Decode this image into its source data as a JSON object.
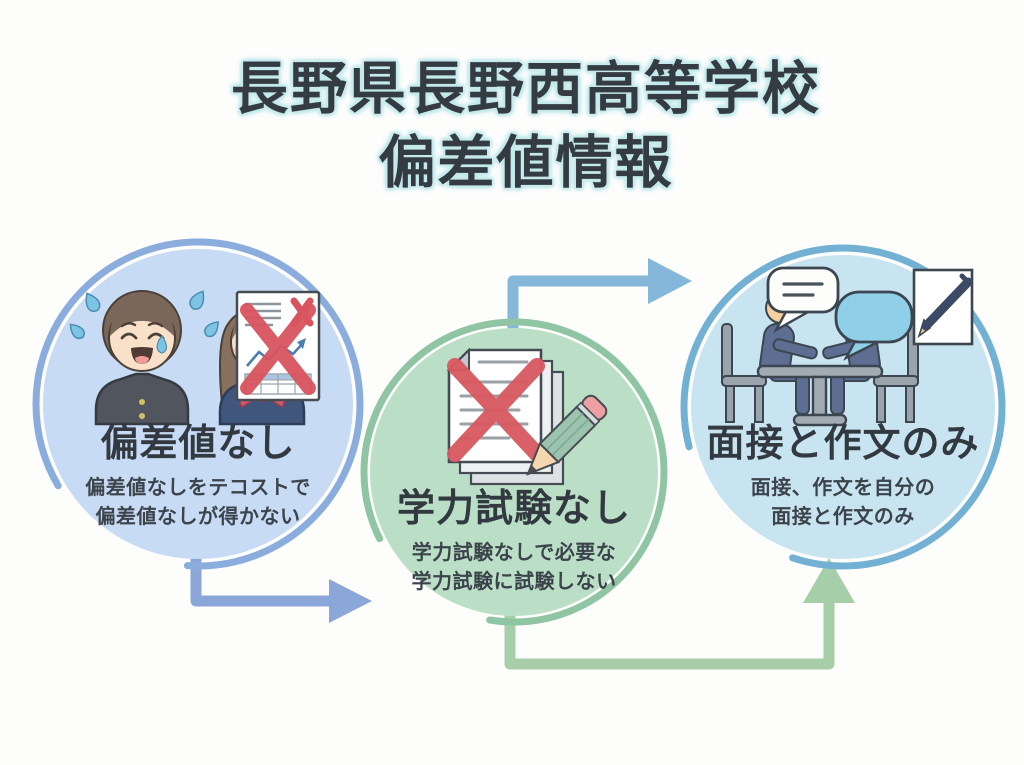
{
  "title": {
    "line1": "長野県長野西高等学校",
    "line2": "偏差値情報"
  },
  "steps": [
    {
      "heading": "偏差値なし",
      "description_line1": "偏差値なしをテコストで",
      "description_line2": "偏差値なしが得かない",
      "circle_fill": "#c7dbf4",
      "ring_color": "#8badde",
      "illustration": "students-with-crossed-chart-icon"
    },
    {
      "heading": "学力試験なし",
      "description_line1": "学力試験なしで必要な",
      "description_line2": "学力試験に試験しない",
      "circle_fill": "#bbdfc6",
      "ring_color": "#90c5a4",
      "illustration": "crossed-exam-papers-pencil-icon"
    },
    {
      "heading": "面接と作文のみ",
      "description_line1": "面接、作文を自分の",
      "description_line2": "面接と作文のみ",
      "circle_fill": "#c9e4f1",
      "ring_color": "#73b1d4",
      "illustration": "interview-table-paper-pen-icon"
    }
  ],
  "arrows": {
    "top_arrow_color": "#84b7d9",
    "bottom_left_arrow_color": "#8ba7da",
    "bottom_right_arrow_color": "#a6cfa9"
  },
  "colors": {
    "background": "#fdfdfc",
    "title_text": "#343b42",
    "title_halo": "#c4e9ec",
    "heading_text": "#323940",
    "body_text": "#3b434b",
    "cross_red": "#d9545e"
  }
}
